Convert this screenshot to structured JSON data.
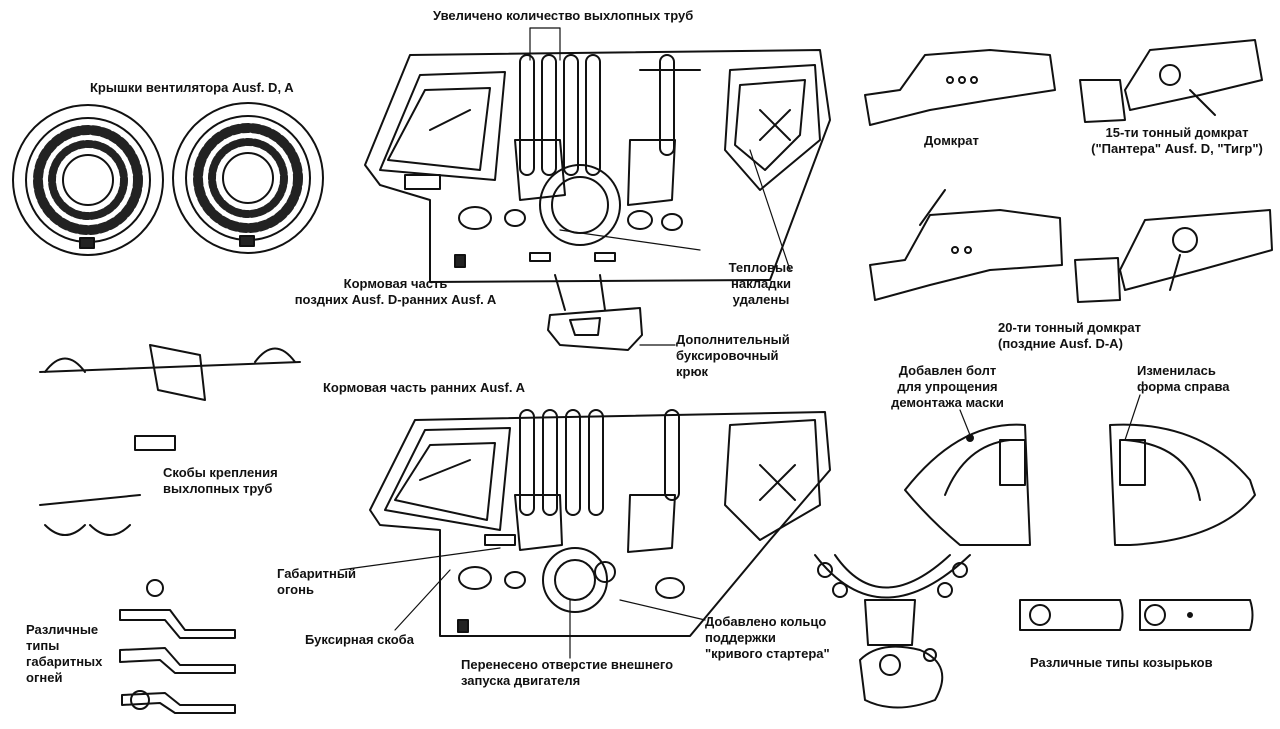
{
  "labels": {
    "exhaust_pipes": "Увеличено количество выхлопных труб",
    "fan_covers": "Крышки вентилятора Ausf. D, A",
    "jack": "Домкрат",
    "jack15_l1": "15-ти тонный домкрат",
    "jack15_l2": "(\"Пантера\" Ausf. D, \"Тигр\")",
    "rear_late_l1": "Кормовая часть",
    "rear_late_l2": "поздних Ausf. D-ранних Ausf. A",
    "heat_shields_l1": "Тепловые",
    "heat_shields_l2": "накладки",
    "heat_shields_l3": "удалены",
    "jack20_l1": "20-ти тонный домкрат",
    "jack20_l2": "(поздние Ausf. D-A)",
    "tow_hook_l1": "Дополнительный",
    "tow_hook_l2": "буксировочный",
    "tow_hook_l3": "крюк",
    "rear_early": "Кормовая часть ранних Ausf. A",
    "bolt_l1": "Добавлен болт",
    "bolt_l2": "для упрощения",
    "bolt_l3": "демонтажа маски",
    "shape_l1": "Изменилась",
    "shape_l2": "форма справа",
    "brackets_l1": "Скобы крепления",
    "brackets_l2": "выхлопных труб",
    "marker_l1": "Габаритный",
    "marker_l2": "огонь",
    "lights_l1": "Различные",
    "lights_l2": "типы",
    "lights_l3": "габаритных",
    "lights_l4": "огней",
    "tow_bracket": "Буксирная скоба",
    "starter_hole_l1": "Перенесено отверстие внешнего",
    "starter_hole_l2": "запуска двигателя",
    "starter_ring_l1": "Добавлено кольцо",
    "starter_ring_l2": "поддержки",
    "starter_ring_l3": "\"кривого стартера\"",
    "visors": "Различные типы козырьков"
  }
}
